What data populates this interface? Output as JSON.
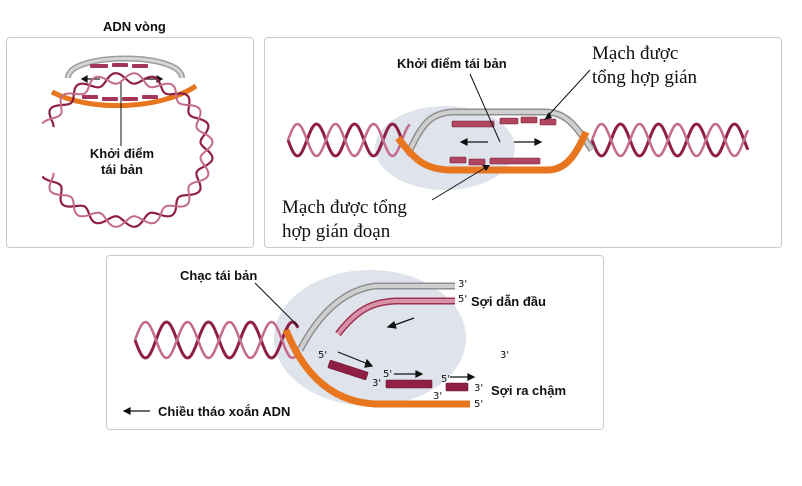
{
  "panel_circular": {
    "title": "ADN vòng",
    "origin_line1": "Khởi điểm",
    "origin_line2": "tái bản"
  },
  "panel_bubble": {
    "origin": "Khởi điểm tái bản",
    "continuous_line1": "Mạch được",
    "continuous_line2": "tổng hợp gián",
    "discontinuous_line1": "Mạch được tổng",
    "discontinuous_line2": "hợp gián đoạn"
  },
  "panel_fork": {
    "fork": "Chạc tái bản",
    "leading": "Sợi dẫn đầu",
    "lagging": "Sợi ra chậm",
    "direction": "Chiều tháo xoắn ADN",
    "end_3": "3'",
    "end_5": "5'"
  },
  "colors": {
    "helix": "#8e1f45",
    "gray_strand": "#a3a3a3",
    "orange_strand": "#e8761e",
    "new_strand": "#b0465f",
    "fork_region": "#dfe3ec",
    "panel_border": "#c9c9c9"
  }
}
